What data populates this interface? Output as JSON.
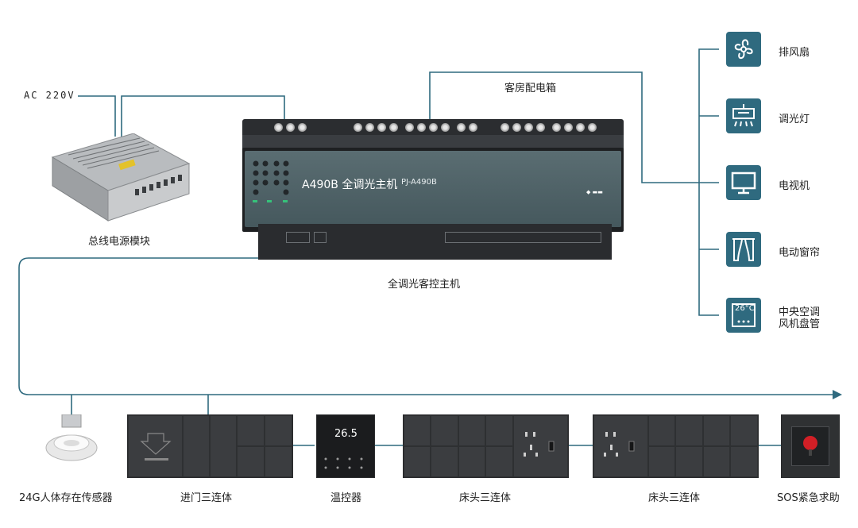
{
  "power_input": "AC 220V",
  "psu_label": "总线电源模块",
  "distribution_box_label": "客房配电箱",
  "controller": {
    "label": "全调光客控主机",
    "title": "A490B 全调光主机",
    "model": "PJ-A490B"
  },
  "outputs": [
    {
      "label": "排风扇",
      "icon": "fan-icon"
    },
    {
      "label": "调光灯",
      "icon": "ceiling-light-icon"
    },
    {
      "label": "电视机",
      "icon": "tv-icon"
    },
    {
      "label": "电动窗帘",
      "icon": "curtain-icon"
    },
    {
      "label_line1": "中央空调",
      "label_line2": "风机盘管",
      "icon": "ac-thermostat-icon",
      "display": "26°C"
    }
  ],
  "devices": [
    {
      "label": "24G人体存在传感器"
    },
    {
      "label": "进门三连体"
    },
    {
      "label": "温控器",
      "display": "26.5"
    },
    {
      "label": "床头三连体"
    },
    {
      "label": "床头三连体"
    },
    {
      "label": "SOS紧急求助"
    }
  ],
  "colors": {
    "wire": "#2f6a7f",
    "icon_bg": "#2f6a7f",
    "panel": "#3b3d40",
    "sos_button": "#d21f26"
  }
}
